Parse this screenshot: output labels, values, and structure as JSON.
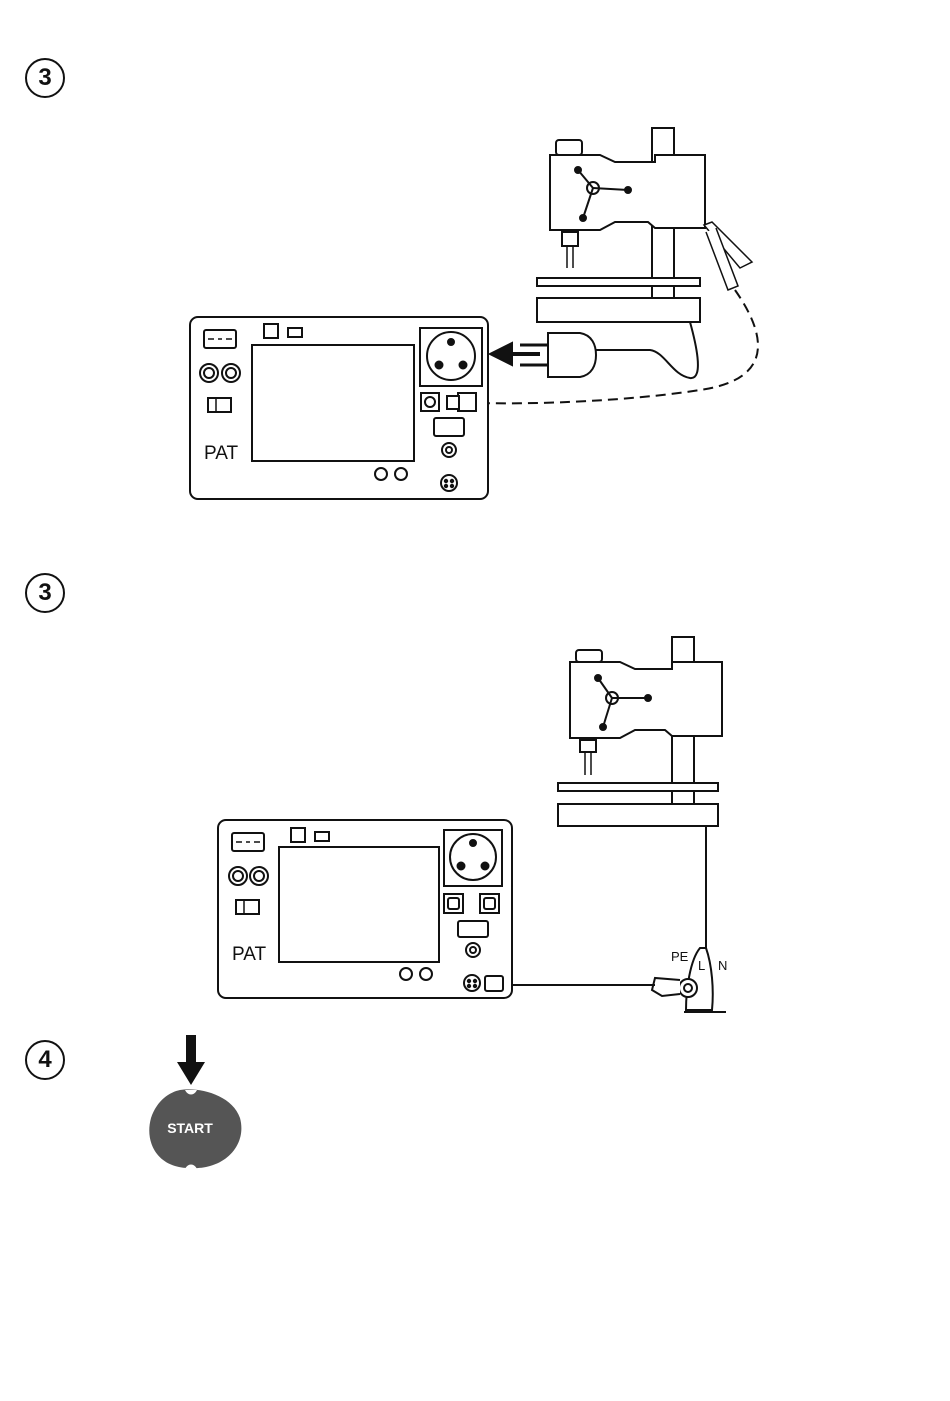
{
  "steps": [
    {
      "number": "3"
    },
    {
      "number": "3"
    },
    {
      "number": "4"
    }
  ],
  "diagram1": {
    "device_label": "PAT"
  },
  "diagram2": {
    "device_label": "PAT",
    "pe_label": "PE",
    "l_label": "L",
    "n_label": "N"
  },
  "start_button": {
    "label": "START"
  },
  "colors": {
    "line": "#111111",
    "button": "#555555",
    "button_text": "#ffffff"
  }
}
